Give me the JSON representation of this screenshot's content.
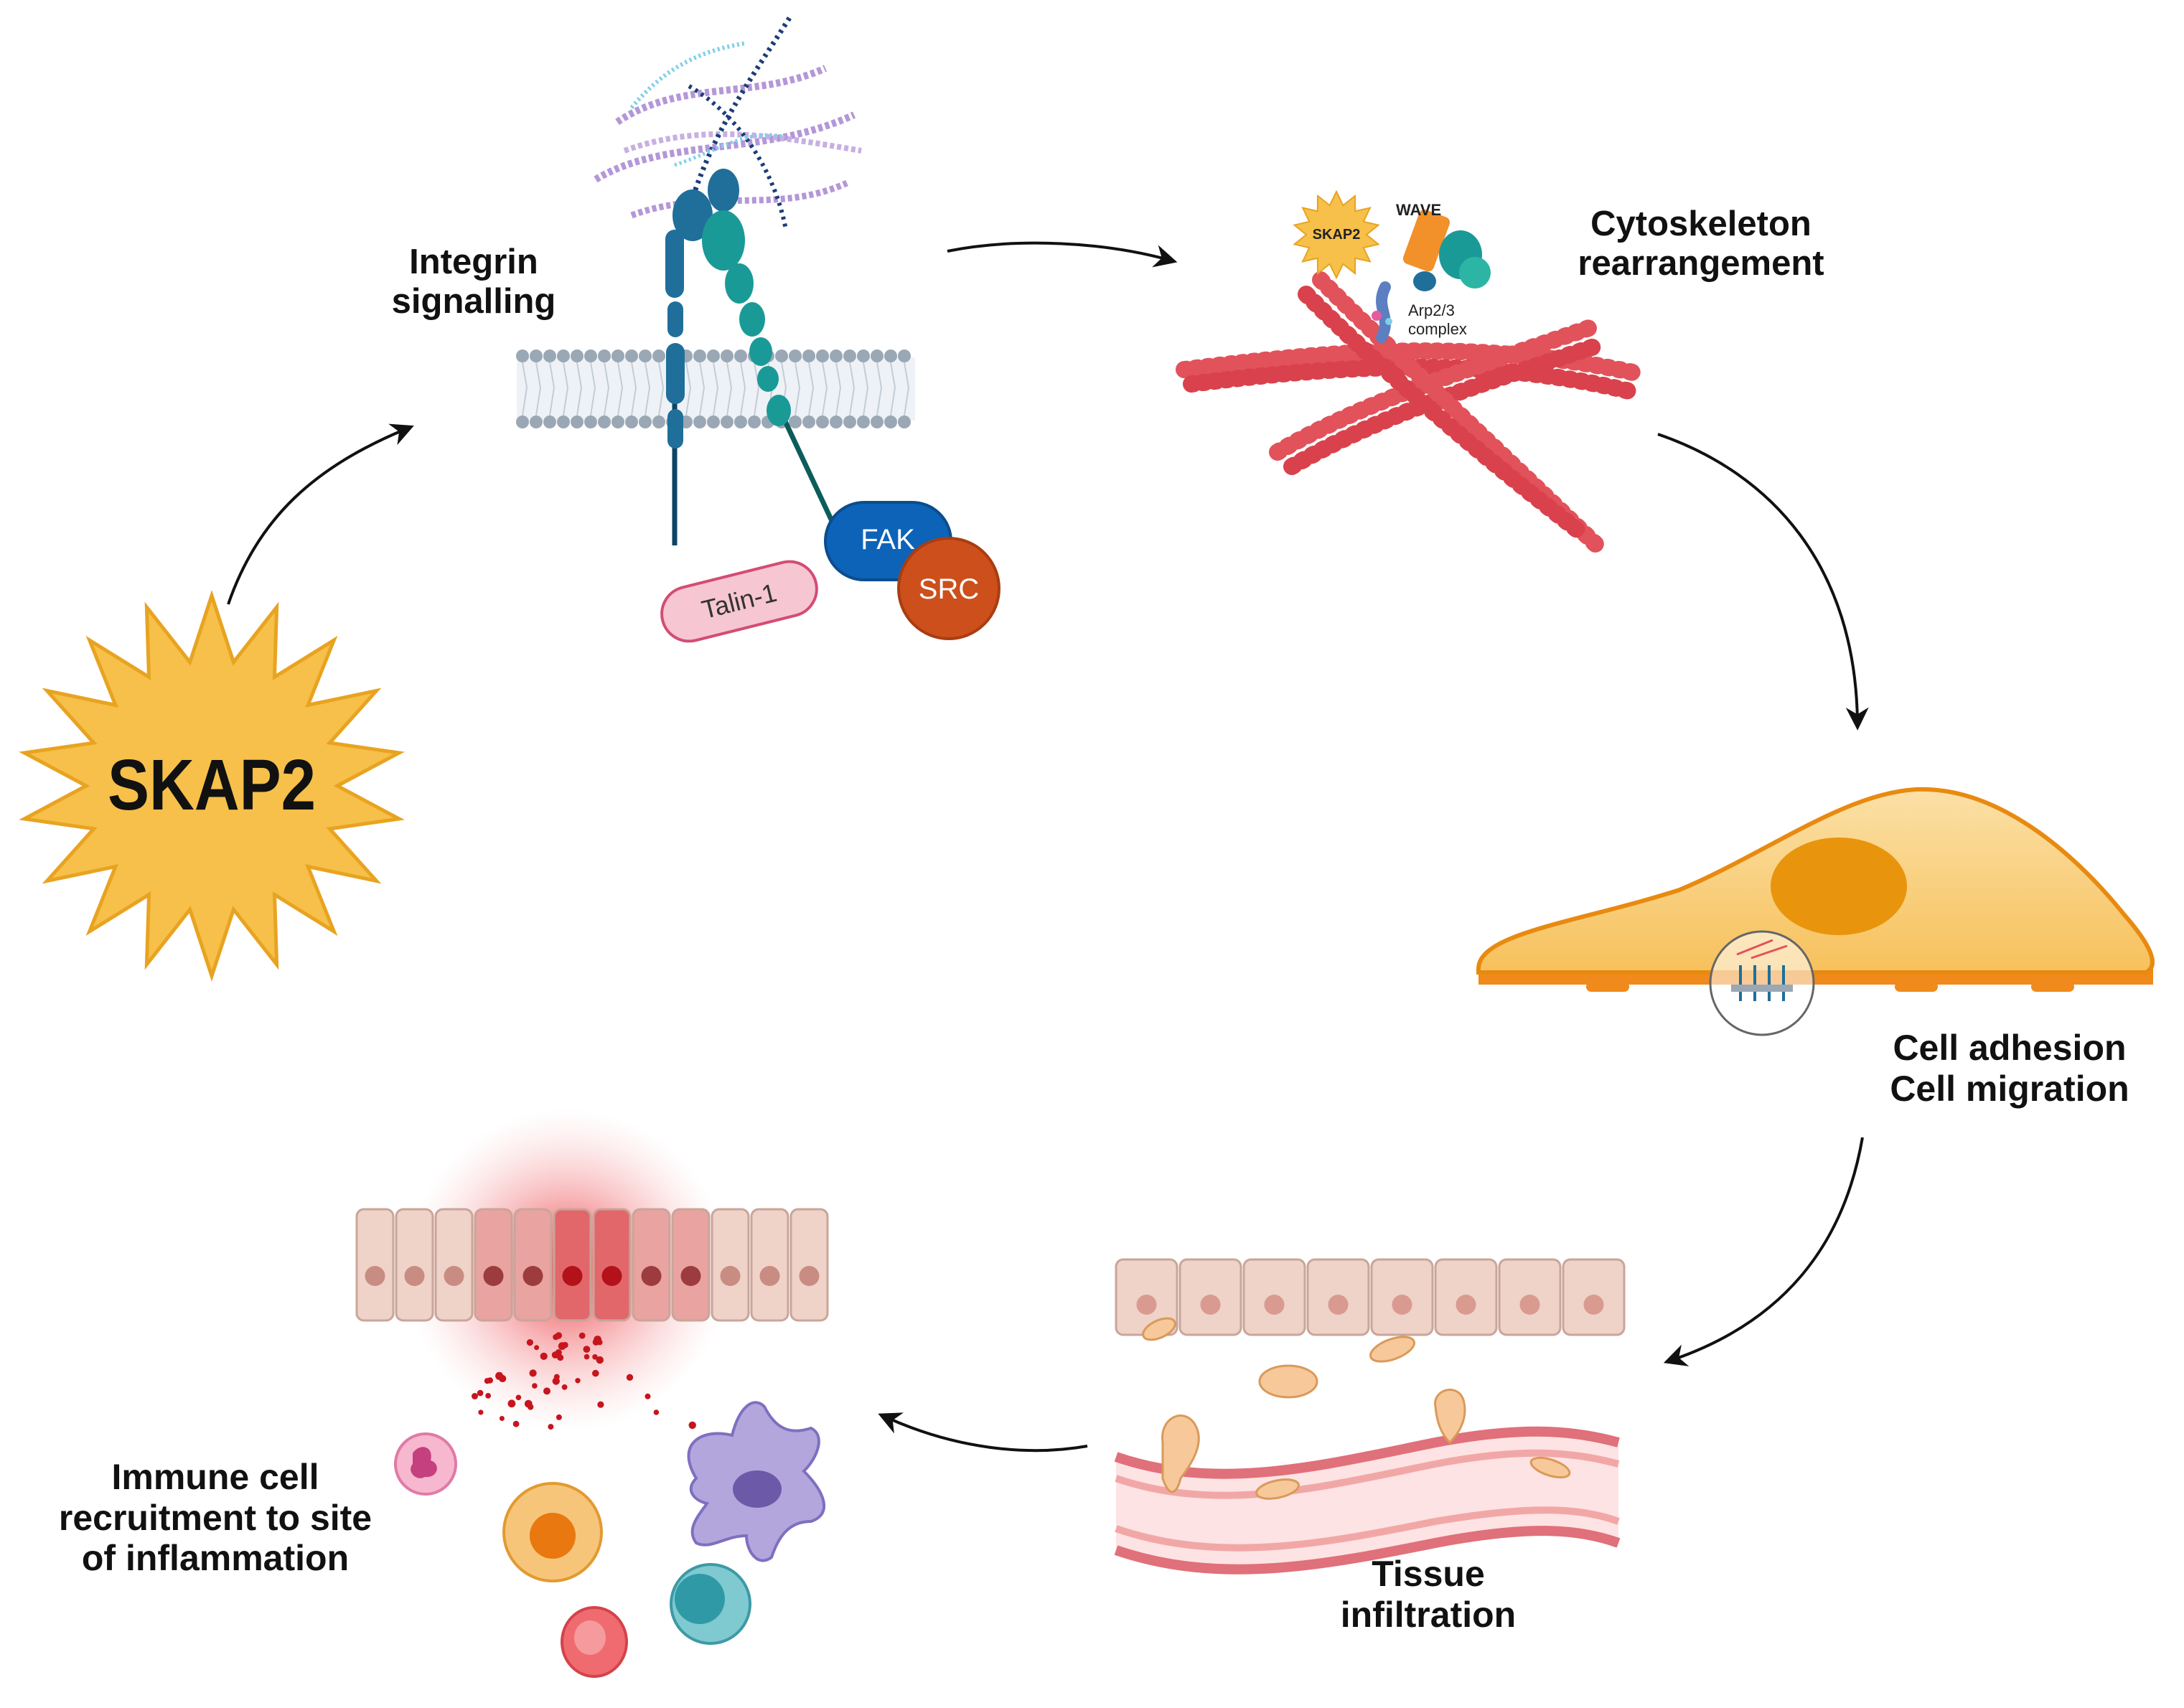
{
  "colors": {
    "background": "#ffffff",
    "skap2_star": "#f6c04a",
    "skap2_star_stroke": "#e8a320",
    "membrane": "#9aa7b4",
    "integrin_alpha": "#1f6f9a",
    "integrin_beta": "#1a9a97",
    "fak": "#0d63b8",
    "src": "#cc4f1c",
    "talin": "#f6c6d2",
    "actin": "#e2525a",
    "cell_body": "#f8c86a",
    "nucleus": "#e8950d",
    "epithelium": "#efd2c8",
    "inflammation": "#e31b23",
    "vessel": "#f2a7a7",
    "arrow": "#111111"
  },
  "labels": {
    "skap2": "SKAP2",
    "integrin": [
      "Integrin",
      "signalling"
    ],
    "cytoskeleton": [
      "Cytoskeleton",
      "rearrangement"
    ],
    "adhesion": [
      "Cell adhesion",
      "Cell migration"
    ],
    "infiltration": [
      "Tissue",
      "infiltration"
    ],
    "immune": [
      "Immune cell",
      "recruitment to site",
      "of inflammation"
    ]
  },
  "proteins": {
    "fak": "FAK",
    "src": "SRC",
    "talin": "Talin-1",
    "skap2_small": "SKAP2",
    "wave": "WAVE",
    "arp": [
      "Arp2/3",
      "complex"
    ]
  },
  "icons": [
    "skap2-star-icon",
    "ecm-fibers-icon",
    "cell-membrane-icon",
    "integrin-receptor-icon",
    "actin-filaments-icon",
    "migrating-cell-icon",
    "epithelium-icon",
    "blood-vessel-icon",
    "inflammation-glow-icon",
    "immune-cells-icon"
  ]
}
